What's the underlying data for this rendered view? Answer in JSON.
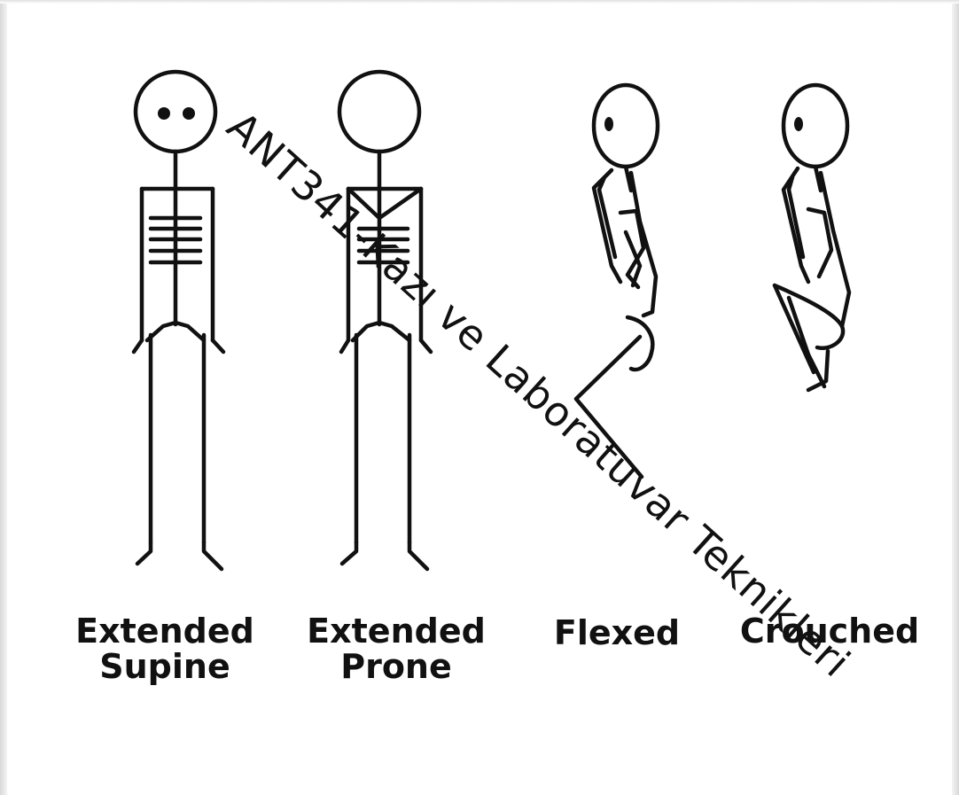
{
  "labels": {
    "extended_supine": [
      "Extended",
      "Supine"
    ],
    "extended_prone": [
      "Extended",
      "Prone"
    ],
    "flexed": "Flexed",
    "crouched": "Crouched"
  },
  "watermark": "ANT341-Kazı ve Laboratuvar Teknikleri",
  "colors": {
    "ink": "#111111",
    "background": "#ffffff"
  }
}
